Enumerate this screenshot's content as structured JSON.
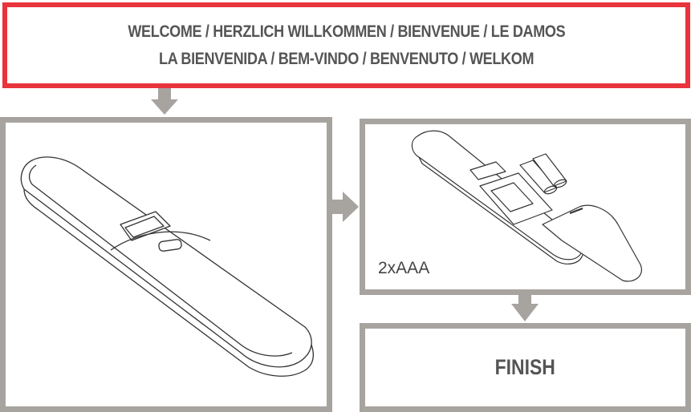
{
  "banner": {
    "line1": "WELCOME / HERZLICH WILLKOMMEN / BIENVENUE / LE DAMOS",
    "line2": "LA BIENVENIDA / BEM-VINDO / BENVENUTO / WELKOM"
  },
  "step2": {
    "battery_label": "2xAAA"
  },
  "step3": {
    "label": "FINISH"
  },
  "colors": {
    "banner_border": "#e8343c",
    "panel_border": "#a7a39f",
    "text": "#555555"
  }
}
